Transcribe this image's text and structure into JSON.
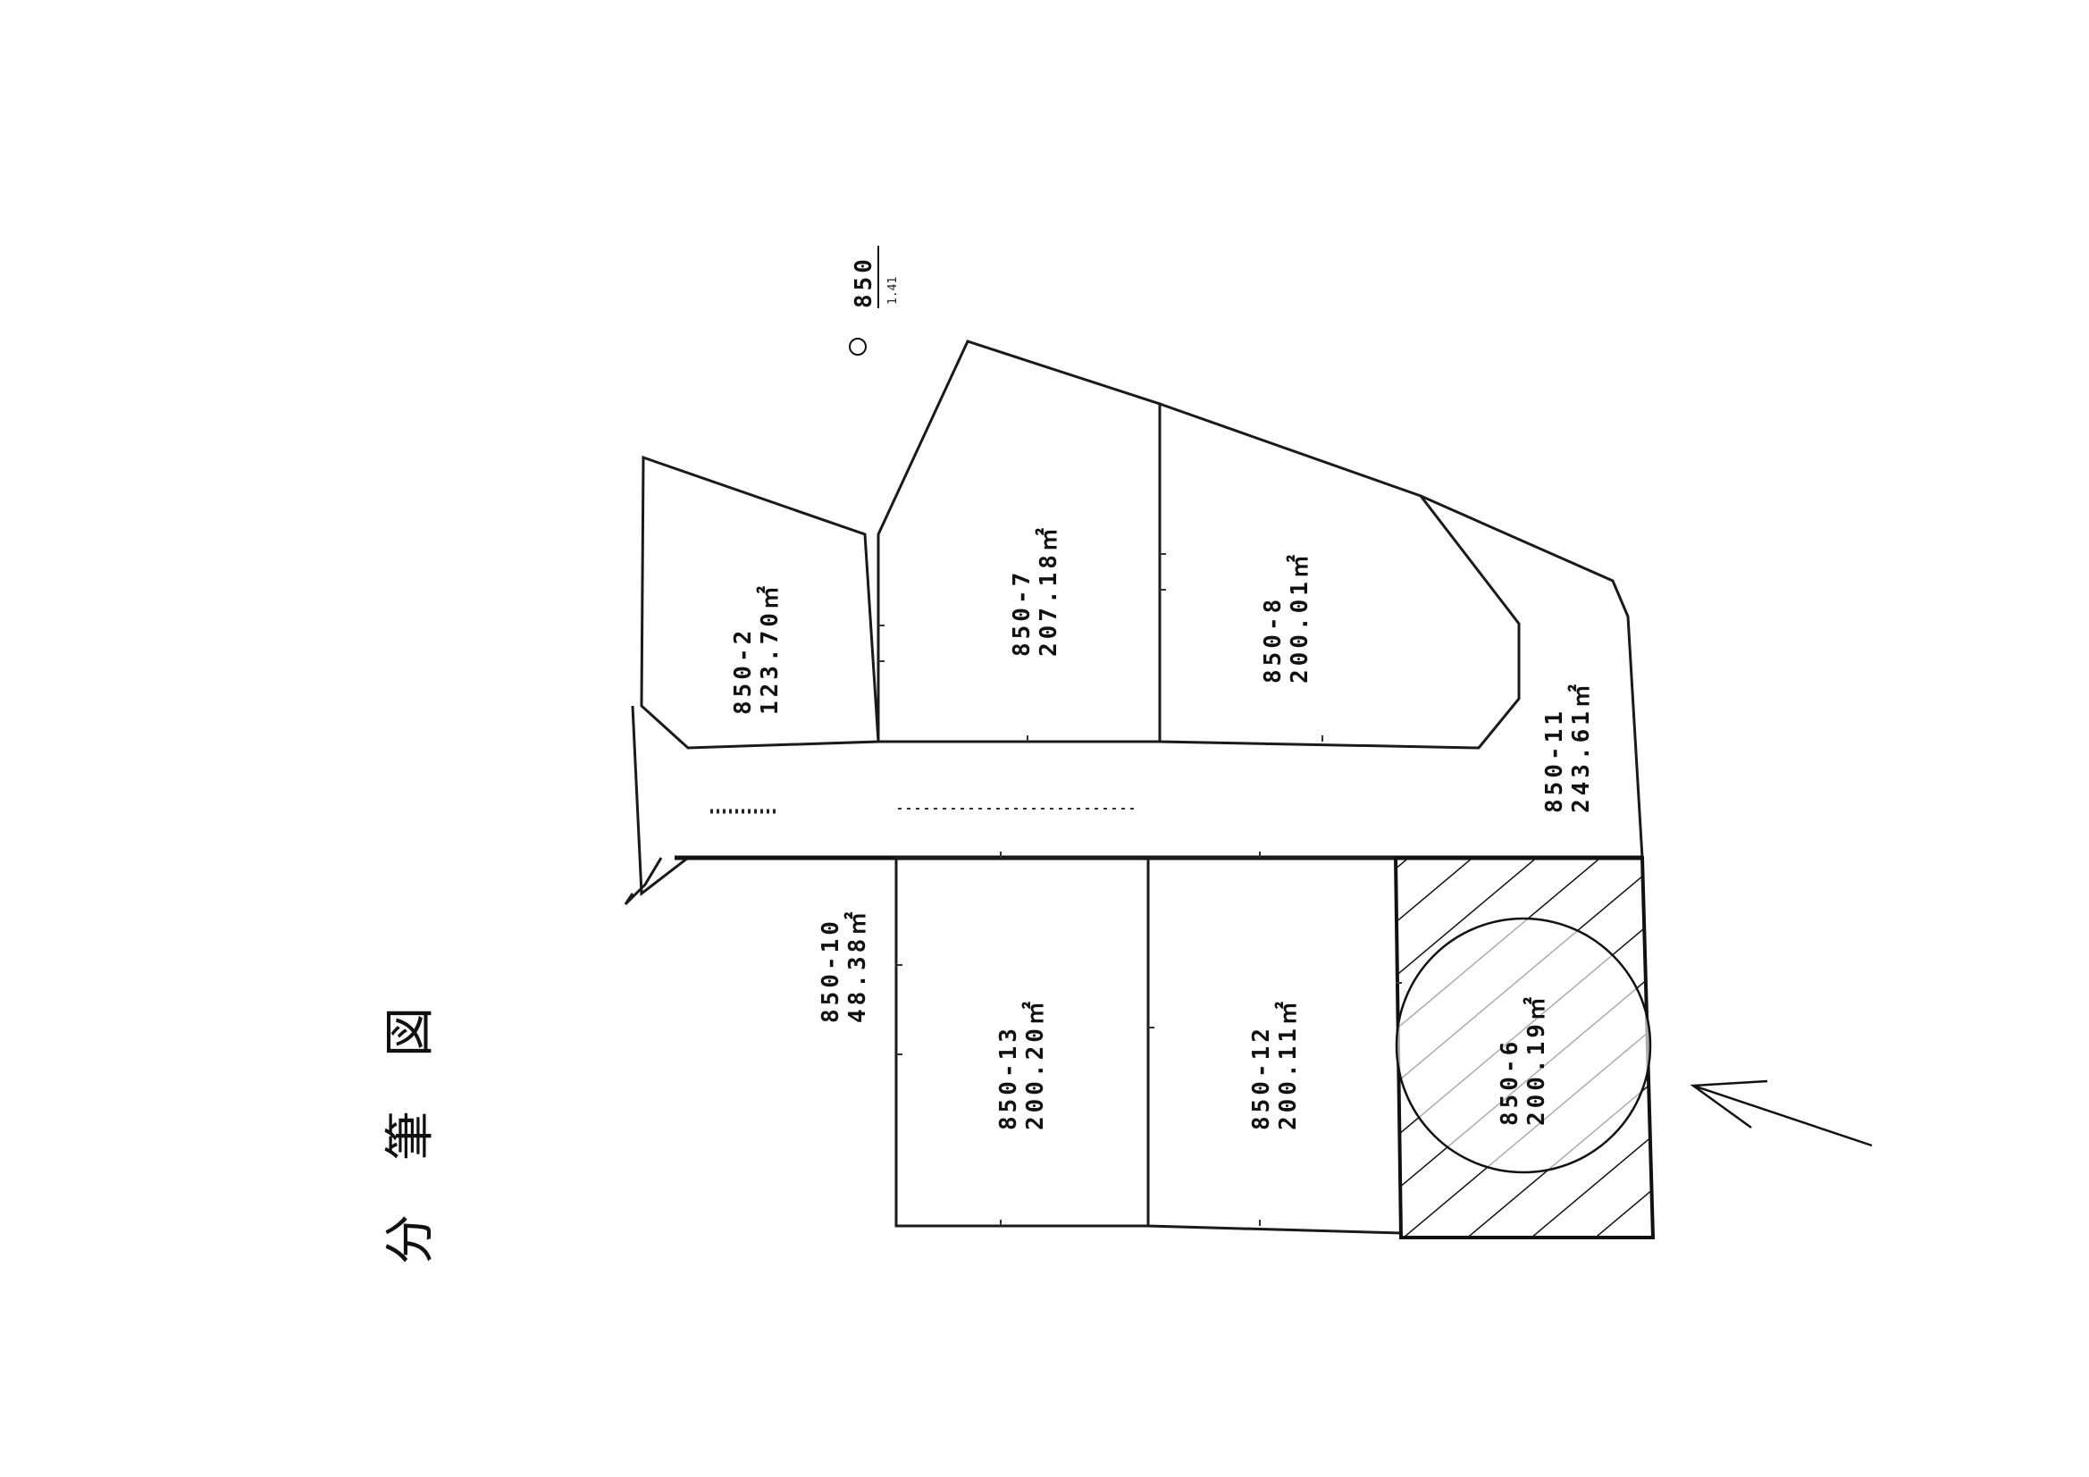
{
  "title": "分筆図",
  "lots": [
    {
      "id": "lot-1",
      "number": "850-2",
      "area": "123.70㎡"
    },
    {
      "id": "lot-2",
      "number": "850-7",
      "area": "207.18㎡"
    },
    {
      "id": "lot-3",
      "number": "850-8",
      "area": "200.01㎡"
    },
    {
      "id": "lot-4",
      "number": "850-11",
      "area": "243.61㎡"
    },
    {
      "id": "lot-5",
      "number": "850-10",
      "area": "48.38㎡"
    },
    {
      "id": "lot-6",
      "number": "850-13",
      "area": "200.20㎡"
    },
    {
      "id": "lot-7",
      "number": "850-12",
      "area": "200.11㎡"
    },
    {
      "id": "lot-8",
      "number": "850-6",
      "area": "200.19㎡"
    }
  ],
  "adjacent_label": {
    "number": "850",
    "sub": "1.41"
  },
  "highlight": {
    "lot_number": "850-6",
    "pattern": "hatched",
    "stroke_color": "#111111"
  },
  "line_color": "#1a1a1a"
}
